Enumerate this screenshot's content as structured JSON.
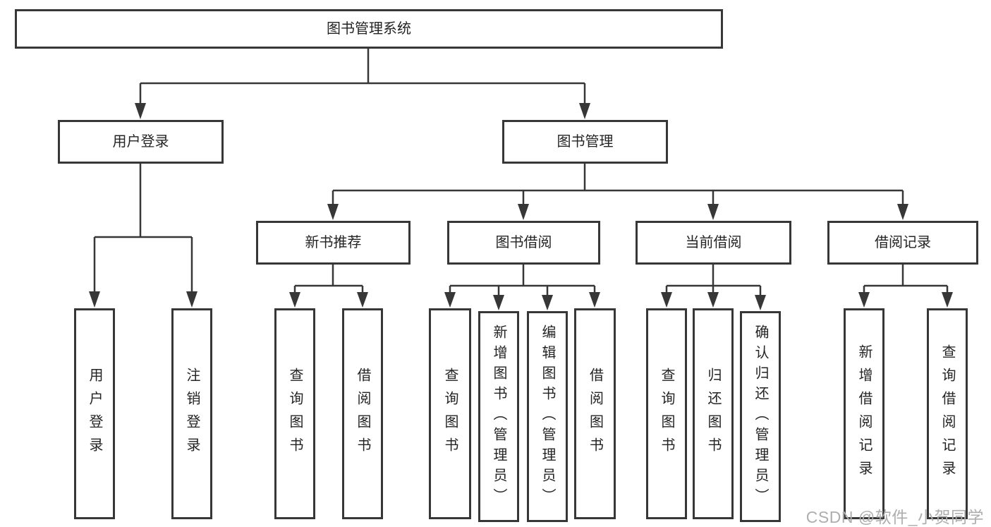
{
  "diagram": {
    "tree": {
      "label": "图书管理系统",
      "children": [
        {
          "label": "用户登录",
          "children": [
            {
              "label": "用户登录"
            },
            {
              "label": "注销登录"
            }
          ]
        },
        {
          "label": "图书管理",
          "children": [
            {
              "label": "新书推荐",
              "children": [
                {
                  "label": "查询图书"
                },
                {
                  "label": "借阅图书"
                }
              ]
            },
            {
              "label": "图书借阅",
              "children": [
                {
                  "label": "查询图书"
                },
                {
                  "label": "新增图书（管理员）"
                },
                {
                  "label": "编辑图书（管理员）"
                },
                {
                  "label": "借阅图书"
                }
              ]
            },
            {
              "label": "当前借阅",
              "children": [
                {
                  "label": "查询图书"
                },
                {
                  "label": "归还图书"
                },
                {
                  "label": "确认归还（管理员）"
                }
              ]
            },
            {
              "label": "借阅记录",
              "children": [
                {
                  "label": "新增借阅记录"
                },
                {
                  "label": "查询借阅记录"
                }
              ]
            }
          ]
        }
      ]
    },
    "colors": {
      "line": "#373737",
      "box_border": "#373737",
      "text": "#242424",
      "watermark": "#aeaeae",
      "background": "#ffffff"
    },
    "watermark": "CSDN @软件_小贺同学"
  }
}
